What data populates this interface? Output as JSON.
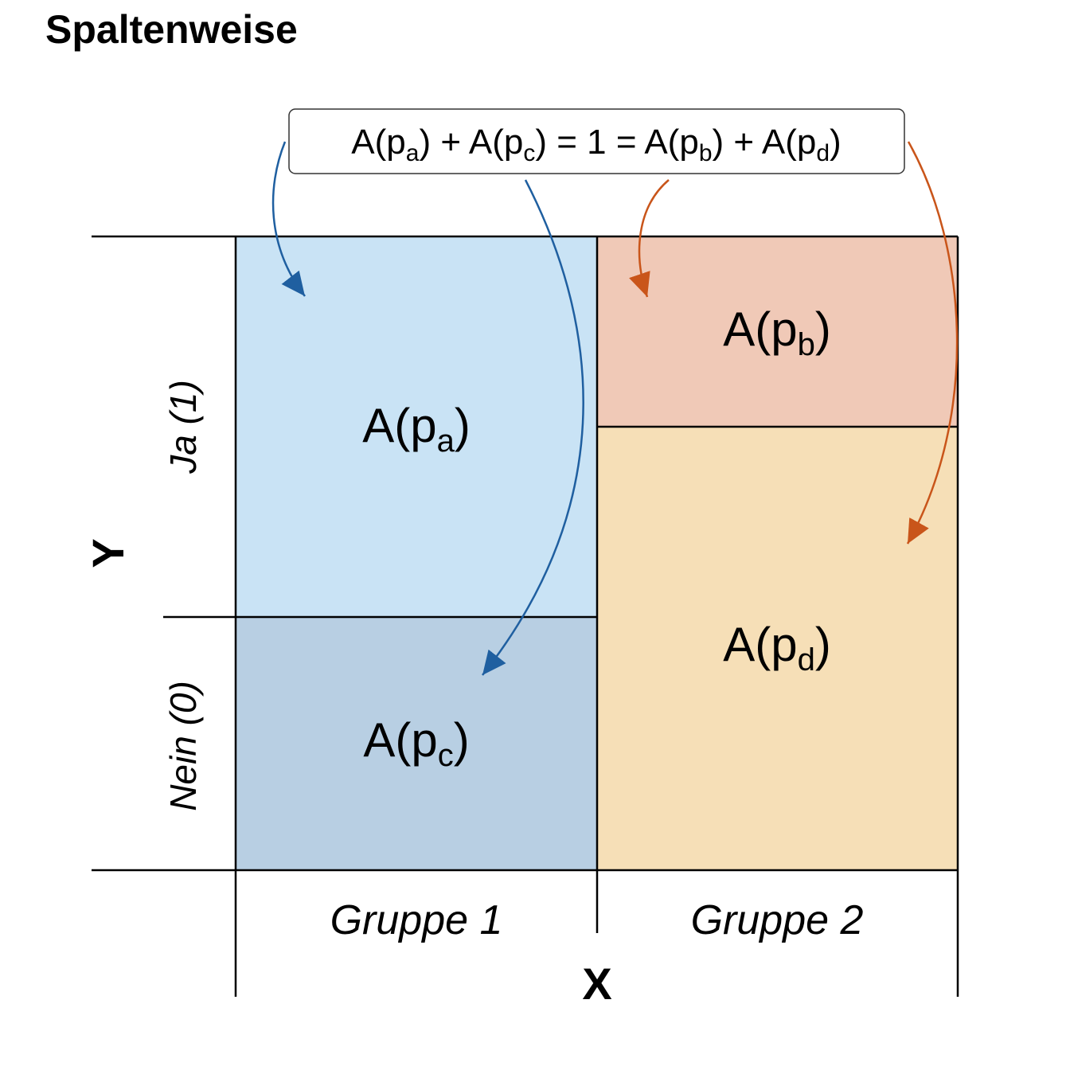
{
  "title": "Spaltenweise",
  "formula": {
    "terms": [
      {
        "base": "A(p",
        "sub": "a",
        "tail": ")"
      },
      {
        "text": " + "
      },
      {
        "base": "A(p",
        "sub": "c",
        "tail": ")"
      },
      {
        "text": " = 1 = "
      },
      {
        "base": "A(p",
        "sub": "b",
        "tail": ")"
      },
      {
        "text": " + "
      },
      {
        "base": "A(p",
        "sub": "d",
        "tail": ")"
      }
    ]
  },
  "cells": {
    "a": {
      "base": "A(p",
      "sub": "a",
      "tail": ")",
      "color": "#c9e3f5"
    },
    "c": {
      "base": "A(p",
      "sub": "c",
      "tail": ")",
      "color": "#b8cfe3"
    },
    "b": {
      "base": "A(p",
      "sub": "b",
      "tail": ")",
      "color": "#f0c9b7"
    },
    "d": {
      "base": "A(p",
      "sub": "d",
      "tail": ")",
      "color": "#f6dfb7"
    }
  },
  "axes": {
    "y_label": "Y",
    "x_label": "X",
    "y_categories": [
      "Ja (1)",
      "Nein (0)"
    ],
    "x_categories": [
      "Gruppe 1",
      "Gruppe 2"
    ]
  },
  "arrow_colors": {
    "blue": "#1f5fa0",
    "orange": "#c9551a"
  }
}
